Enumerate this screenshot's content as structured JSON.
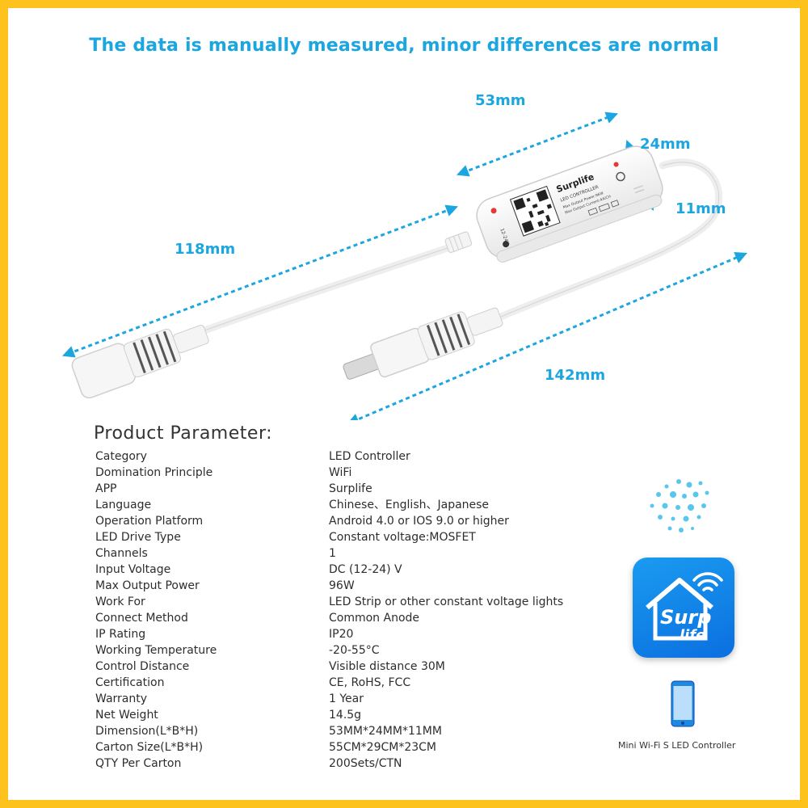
{
  "headline": "The data is manually measured, minor differences are normal",
  "dimensions": {
    "length_top": "53mm",
    "width": "24mm",
    "height": "11mm",
    "cable_left": "118mm",
    "cable_right": "142mm"
  },
  "device": {
    "brand": "Surplife",
    "line1": "LED CONTROLLER",
    "line2": "Max Output Power:96W",
    "line3": "Max Output Current:4A/CH",
    "voltage": "12-24V"
  },
  "params_title": "Product Parameter:",
  "params": [
    {
      "key": "Category",
      "value": "LED Controller"
    },
    {
      "key": "Domination Principle",
      "value": "WiFi"
    },
    {
      "key": "APP",
      "value": "Surplife"
    },
    {
      "key": "Language",
      "value": "Chinese、English、Japanese"
    },
    {
      "key": "Operation Platform",
      "value": "Android 4.0 or IOS 9.0 or higher"
    },
    {
      "key": "LED Drive Type",
      "value": "Constant voltage:MOSFET"
    },
    {
      "key": "Channels",
      "value": "1"
    },
    {
      "key": "Input Voltage",
      "value": "DC (12-24) V"
    },
    {
      "key": "Max  Output Power",
      "value": "96W"
    },
    {
      "key": "Work For",
      "value": "LED Strip or other constant voltage lights"
    },
    {
      "key": "Connect Method",
      "value": "Common Anode"
    },
    {
      "key": "IP Rating",
      "value": "IP20"
    },
    {
      "key": "Working Temperature",
      "value": "-20-55°C"
    },
    {
      "key": "Control Distance",
      "value": "Visible distance 30M"
    },
    {
      "key": "Certification",
      "value": "CE, RoHS, FCC"
    },
    {
      "key": "Warranty",
      "value": "1 Year"
    },
    {
      "key": "Net Weight",
      "value": "14.5g"
    },
    {
      "key": "Dimension(L*B*H)",
      "value": "53MM*24MM*11MM"
    },
    {
      "key": "Carton Size(L*B*H)",
      "value": "55CM*29CM*23CM"
    },
    {
      "key": "QTY Per Carton",
      "value": "200Sets/CTN"
    }
  ],
  "app_icon": {
    "line1": "Surp",
    "line2": "life"
  },
  "caption": "Mini Wi-Fi S LED Controller",
  "colors": {
    "border": "#fdc21b",
    "accent": "#1ba6e0",
    "icon_blue": "#0b6fe0"
  }
}
